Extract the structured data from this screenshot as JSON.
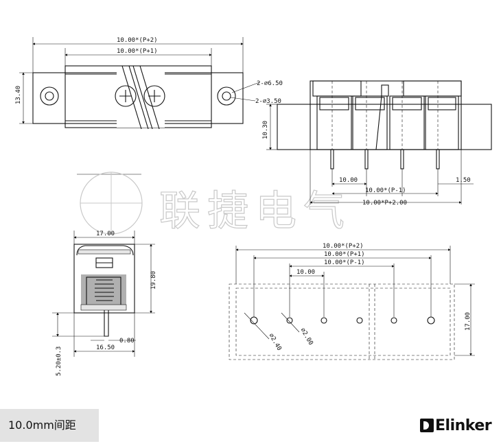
{
  "watermark": {
    "text": "联捷电气"
  },
  "footer": {
    "spacing_label": "10.0mm间距",
    "brand": "Elinker"
  },
  "top_view": {
    "dim_total_p2": "10.00*(P+2)",
    "dim_total_p1": "10.00*(P+1)",
    "dim_height": "13.40",
    "dim_hole_large": "2-⌀6.50",
    "dim_hole_small": "2-⌀3.50"
  },
  "front_view": {
    "dim_height": "10.30",
    "dim_pitch": "10.00",
    "dim_pin": "1.50",
    "dim_p_minus1": "10.00*(P-1)",
    "dim_p_plus2": "10.00*P+2.00"
  },
  "side_view": {
    "dim_width_top": "17.00",
    "dim_height": "19.80",
    "dim_pin_thickness": "0.80",
    "dim_width_bottom": "16.50",
    "dim_pin_length": "5.20±0.3"
  },
  "pcb_view": {
    "dim_p2": "10.00*(P+2)",
    "dim_p1": "10.00*(P+1)",
    "dim_pm1": "10.00*(P-1)",
    "dim_pitch": "10.00",
    "dim_height": "17.00",
    "dim_hole_mount": "⌀2.40",
    "dim_hole_pin": "⌀2.00"
  },
  "colors": {
    "line": "#111111",
    "body_fill": "#e6e6e6",
    "label_bg": "#e3e3e3"
  }
}
